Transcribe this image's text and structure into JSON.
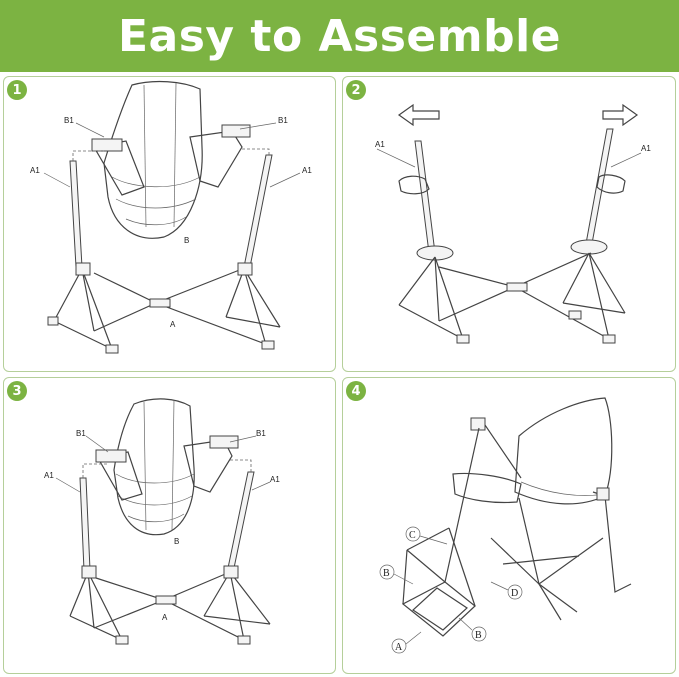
{
  "banner": {
    "title": "Easy to Assemble"
  },
  "steps": [
    {
      "number": "1",
      "labels": {
        "b1_left": "B1",
        "b1_right": "B1",
        "a1_left": "A1",
        "a1_right": "A1",
        "b": "B",
        "a": "A"
      }
    },
    {
      "number": "2",
      "labels": {
        "a1_left": "A1",
        "a1_right": "A1"
      }
    },
    {
      "number": "3",
      "labels": {
        "b1_left": "B1",
        "b1_right": "B1",
        "a1_left": "A1",
        "a1_right": "A1",
        "b": "B",
        "a": "A"
      }
    },
    {
      "number": "4",
      "labels": {
        "c": "C",
        "b_left": "B",
        "d": "D",
        "a": "A",
        "b_right": "B"
      }
    }
  ],
  "colors": {
    "brand_green": "#7cb342",
    "panel_border": "#b5cf9a"
  }
}
